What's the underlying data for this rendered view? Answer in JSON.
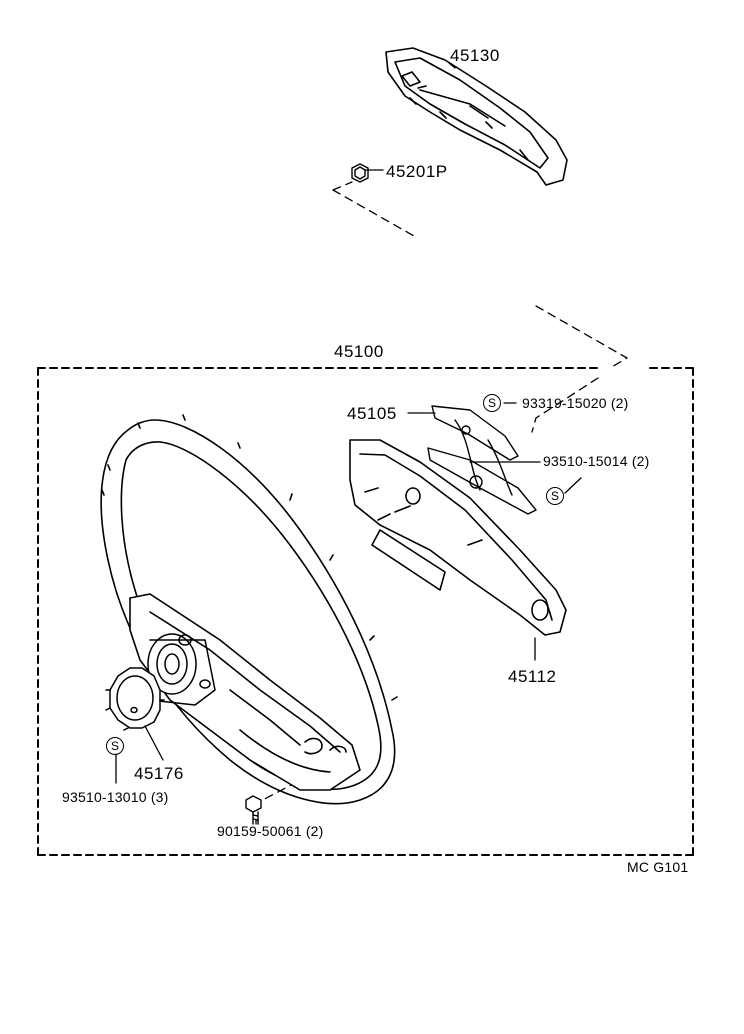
{
  "parts": {
    "p45130": "45130",
    "p45201p": "45201P",
    "p45100": "45100",
    "p45105": "45105",
    "p93319": "93319-15020 (2)",
    "p93510_15014": "93510-15014 (2)",
    "p45112": "45112",
    "p45176": "45176",
    "p93510_13010": "93510-13010 (3)",
    "p90159": "90159-50061 (2)"
  },
  "symbols": {
    "supply_mark": "S"
  },
  "footer": {
    "code": "MC G101"
  },
  "colors": {
    "ink": "#000000",
    "paper": "#ffffff"
  }
}
